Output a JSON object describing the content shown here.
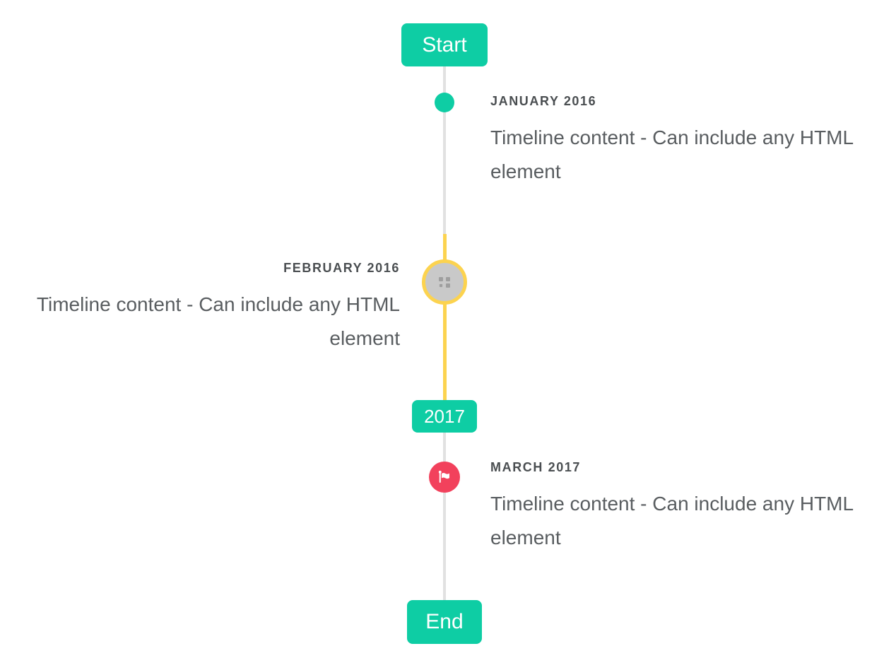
{
  "timeline": {
    "start_label": "Start",
    "end_label": "End",
    "year_badge": "2017",
    "items": [
      {
        "label": "JANUARY 2016",
        "content": "Timeline content - Can include any HTML element",
        "side": "right",
        "marker": "teal-dot"
      },
      {
        "label": "FEBRUARY 2016",
        "content": "Timeline content - Can include any HTML element",
        "side": "left",
        "marker": "image-placeholder-highlighted"
      },
      {
        "label": "MARCH 2017",
        "content": "Timeline content - Can include any HTML element",
        "side": "right",
        "marker": "flag-icon"
      }
    ],
    "colors": {
      "primary_teal": "#0ecda4",
      "highlight_yellow": "#fcd34f",
      "flag_red": "#f2415c",
      "line_gray": "#e1e1e1",
      "marker_gray": "#c9c9c9",
      "label_text": "#4a4e51",
      "content_text": "#595d60"
    }
  }
}
